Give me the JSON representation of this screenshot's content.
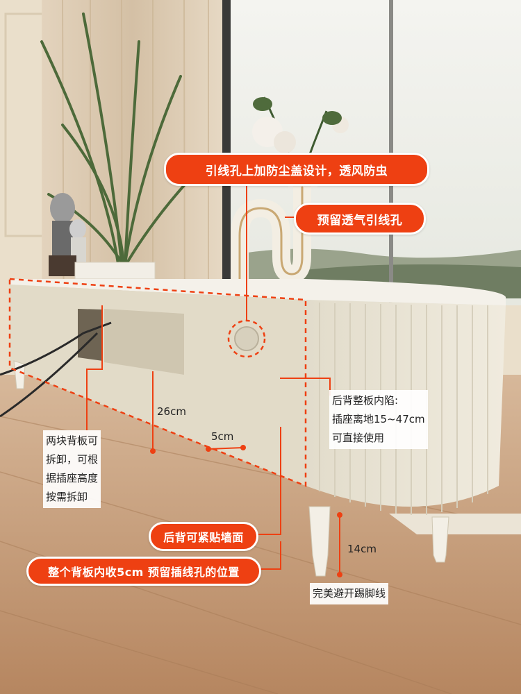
{
  "callouts": {
    "dust_cover": "引线孔上加防尘盖设计，透风防虫",
    "vent_hole": "预留透气引线孔",
    "back_flush": "后背可紧贴墙面",
    "back_inset": "整个背板内收5cm 预留插线孔的位置"
  },
  "notes": {
    "back_panel_recess": [
      "后背整板内陷:",
      "插座离地15~47cm",
      "可直接使用"
    ],
    "removable_panels": [
      "两块背板可",
      "拆卸，可根",
      "据插座高度",
      "按需拆卸"
    ],
    "skirting": "完美避开踢脚线"
  },
  "dimensions": {
    "height_26": "26cm",
    "inset_5": "5cm",
    "leg_14": "14cm"
  },
  "colors": {
    "accent": "#ee4012",
    "cabinet": "#ece6d6",
    "floor": "#c9a27c"
  }
}
